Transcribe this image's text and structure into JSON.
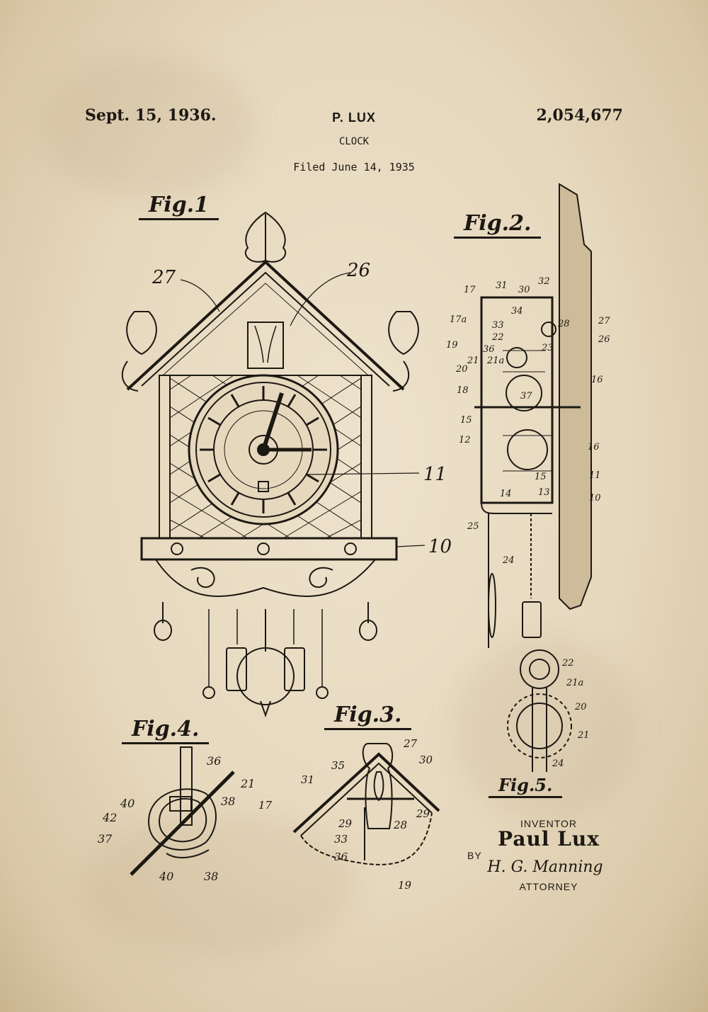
{
  "header": {
    "date": "Sept. 15, 1936.",
    "inventor_short": "P. LUX",
    "title": "CLOCK",
    "filed": "Filed June 14, 1935",
    "patent_number": "2,054,677"
  },
  "figures": {
    "fig1": {
      "label": "Fig.1",
      "refs": [
        "27",
        "26",
        "11",
        "10"
      ]
    },
    "fig2": {
      "label": "Fig.2.",
      "refs": [
        "17",
        "31",
        "30",
        "32",
        "17a",
        "34",
        "33",
        "28",
        "27",
        "22",
        "26",
        "19",
        "36",
        "21",
        "23",
        "21a",
        "20",
        "16",
        "18",
        "37",
        "15",
        "12",
        "16",
        "15",
        "11",
        "14",
        "13",
        "10",
        "25",
        "24"
      ]
    },
    "fig3": {
      "label": "Fig.3.",
      "refs": [
        "27",
        "35",
        "30",
        "31",
        "17",
        "29",
        "29",
        "33",
        "28",
        "36",
        "19"
      ]
    },
    "fig4": {
      "label": "Fig.4.",
      "refs": [
        "36",
        "21",
        "40",
        "38",
        "42",
        "37",
        "40",
        "38"
      ]
    },
    "fig5": {
      "label": "Fig.5.",
      "refs": [
        "22",
        "21a",
        "20",
        "21",
        "24"
      ]
    }
  },
  "signature": {
    "inventor_label": "INVENTOR",
    "inventor_name": "Paul Lux",
    "by": "BY",
    "attorney_sig": "H. G. Manning",
    "attorney_label": "ATTORNEY"
  },
  "colors": {
    "paper": "#e6d8bd",
    "ink": "#1c1812"
  }
}
